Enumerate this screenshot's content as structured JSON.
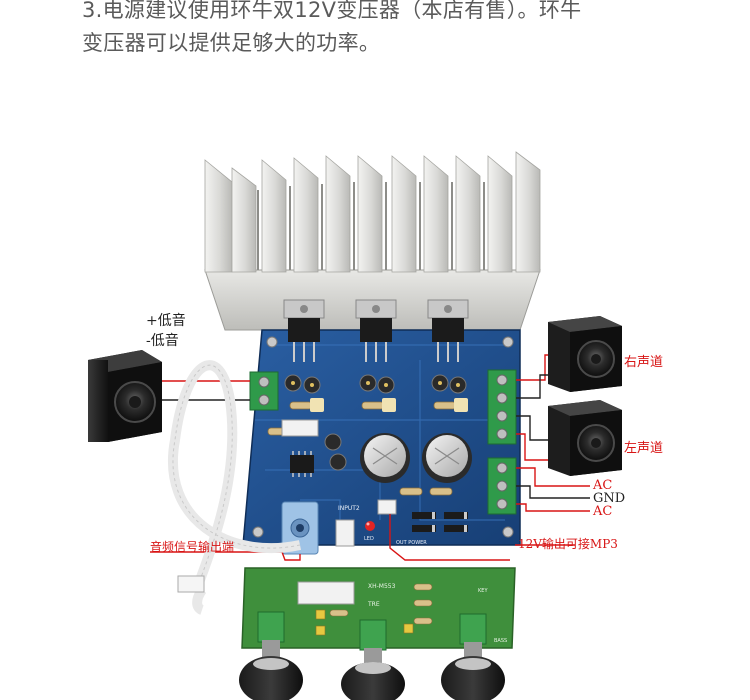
{
  "heading": {
    "line1": "3.电源建议使用环牛双12V变压器（本店有售）。环牛",
    "line2": "变压器可以提供足够大的功率。"
  },
  "labels": {
    "bass_plus": "+低音",
    "bass_minus": "-低音",
    "right_channel": "右声道",
    "left_channel": "左声道",
    "ac_top": "AC",
    "gnd": "GND",
    "ac_bottom": "AC",
    "audio_out": "音频信号输出端",
    "mp3_out": "12V输出可接MP3"
  },
  "board": {
    "input_label": "INPUT2",
    "led_label": "LED",
    "out_power": "OUT POWER",
    "tone_board_model": "XH-M553",
    "tre": "TRE",
    "bass": "BASS",
    "key": "KEY"
  },
  "colors": {
    "pcb": "#1f4e8c",
    "heatsink": "#d6d6d4",
    "terminal": "#2f9a4a",
    "tone_pcb": "#3f8f3c",
    "annotation_red": "#d81515"
  }
}
